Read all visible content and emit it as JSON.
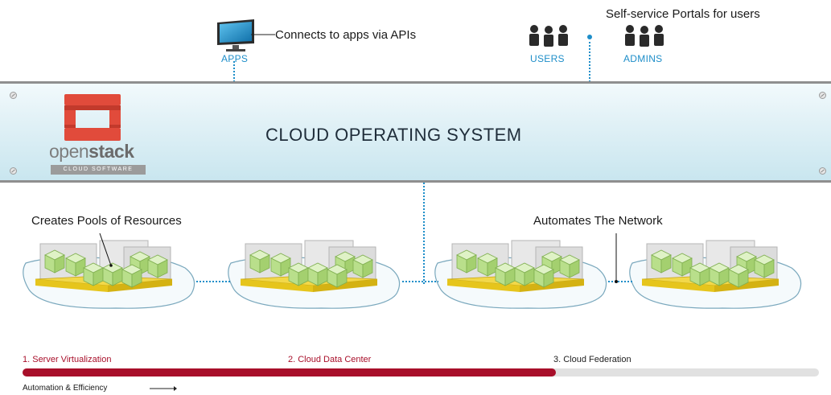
{
  "top": {
    "apps_caption": "Connects to apps via APIs",
    "apps_label": "APPS",
    "portals_caption": "Self-service Portals for users",
    "users_label": "USERS",
    "admins_label": "ADMINS"
  },
  "band": {
    "title": "CLOUD OPERATING SYSTEM",
    "logo_word_light": "open",
    "logo_word_bold": "stack",
    "logo_subtitle": "CLOUD SOFTWARE"
  },
  "resources": {
    "pools_caption": "Creates Pools of Resources",
    "network_caption": "Automates The Network"
  },
  "progress": {
    "stages": [
      {
        "label": "1. Server Virtualization",
        "color": "#a80f2a"
      },
      {
        "label": "2. Cloud Data Center",
        "color": "#a80f2a"
      },
      {
        "label": "3. Cloud Federation",
        "color": "#222222"
      }
    ],
    "completed_fraction": 0.67,
    "axis_caption": "Automation & Efficiency"
  },
  "colors": {
    "accent_blue": "#1e8ec9",
    "progress_red": "#a80f2a",
    "cube_green": "#c6e6a0",
    "cube_yellow": "#e8c81e"
  },
  "icons": {
    "apps": "monitor-icon",
    "users": "people-group-icon",
    "admins": "people-group-icon",
    "logo": "openstack-logo"
  }
}
